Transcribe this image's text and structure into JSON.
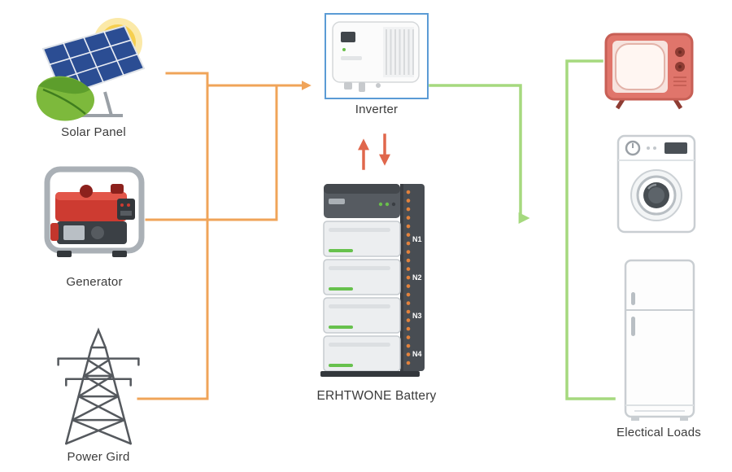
{
  "diagram": {
    "background_color": "#ffffff",
    "line_colors": {
      "sources_to_inverter": "#f0a459",
      "inverter_battery_exchange": "#e0674c",
      "inverter_to_loads": "#a5d97e"
    },
    "inverter_highlight_color": "#5b9bd5",
    "nodes": {
      "solar_panel": {
        "label": "Solar Panel"
      },
      "generator": {
        "label": "Generator"
      },
      "power_grid": {
        "label": "Power Gird"
      },
      "inverter": {
        "label": "Inverter"
      },
      "battery": {
        "label": "ERHTWONE Battery",
        "modules": [
          "N1",
          "N2",
          "N3",
          "N4"
        ]
      },
      "electrical_loads": {
        "label": "Electical Loads",
        "appliance_icons": [
          "tv-icon",
          "washing-machine-icon",
          "refrigerator-icon"
        ]
      }
    }
  }
}
